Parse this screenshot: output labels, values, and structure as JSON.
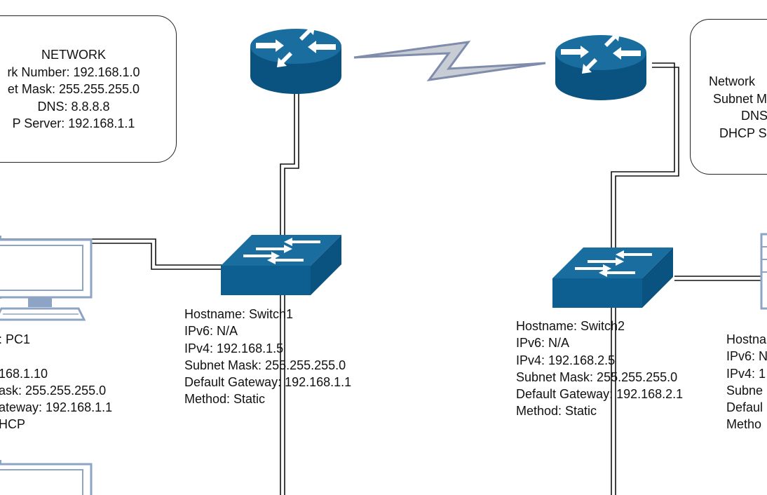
{
  "colors": {
    "device_blue": "#0d5f92",
    "device_top": "#1a6e9f",
    "device_side": "#0a527f",
    "pc_frame": "#8ea4c4",
    "wan_fill": "#c8ccd4",
    "wan_stroke": "#7f8cab",
    "line": "#111111"
  },
  "network_left": {
    "lines": [
      "NETWORK",
      "rk Number: 192.168.1.0",
      "et Mask: 255.255.255.0",
      "DNS: 8.8.8.8",
      "P Server: 192.168.1.1"
    ]
  },
  "network_right": {
    "lines": [
      "Network",
      "Subnet M",
      "DNS",
      "DHCP S"
    ]
  },
  "switch1": {
    "lines": [
      "Hostname: Switch1",
      "IPv6: N/A",
      "IPv4: 192.168.1.5",
      "Subnet Mask: 255.255.255.0",
      "Default Gateway: 192.168.1.1",
      "Method: Static"
    ]
  },
  "switch2": {
    "lines": [
      "Hostname: Switch2",
      "IPv6: N/A",
      "IPv4: 192.168.2.5",
      "Subnet Mask: 255.255.255.0",
      "Default Gateway: 192.168.2.1",
      "Method: Static"
    ]
  },
  "pc1": {
    "lines": [
      ": PC1",
      "",
      "168.1.10",
      "ask: 255.255.255.0",
      "ateway: 192.168.1.1",
      "HCP"
    ]
  },
  "pc_right": {
    "lines": [
      "Hostna",
      "IPv6: N",
      "IPv4: 1",
      "Subne",
      "Defaul",
      "Metho"
    ]
  },
  "icons": {
    "router": "router-icon",
    "switch": "switch-icon",
    "pc": "desktop-pc-icon",
    "wan": "wan-serial-link-icon"
  }
}
